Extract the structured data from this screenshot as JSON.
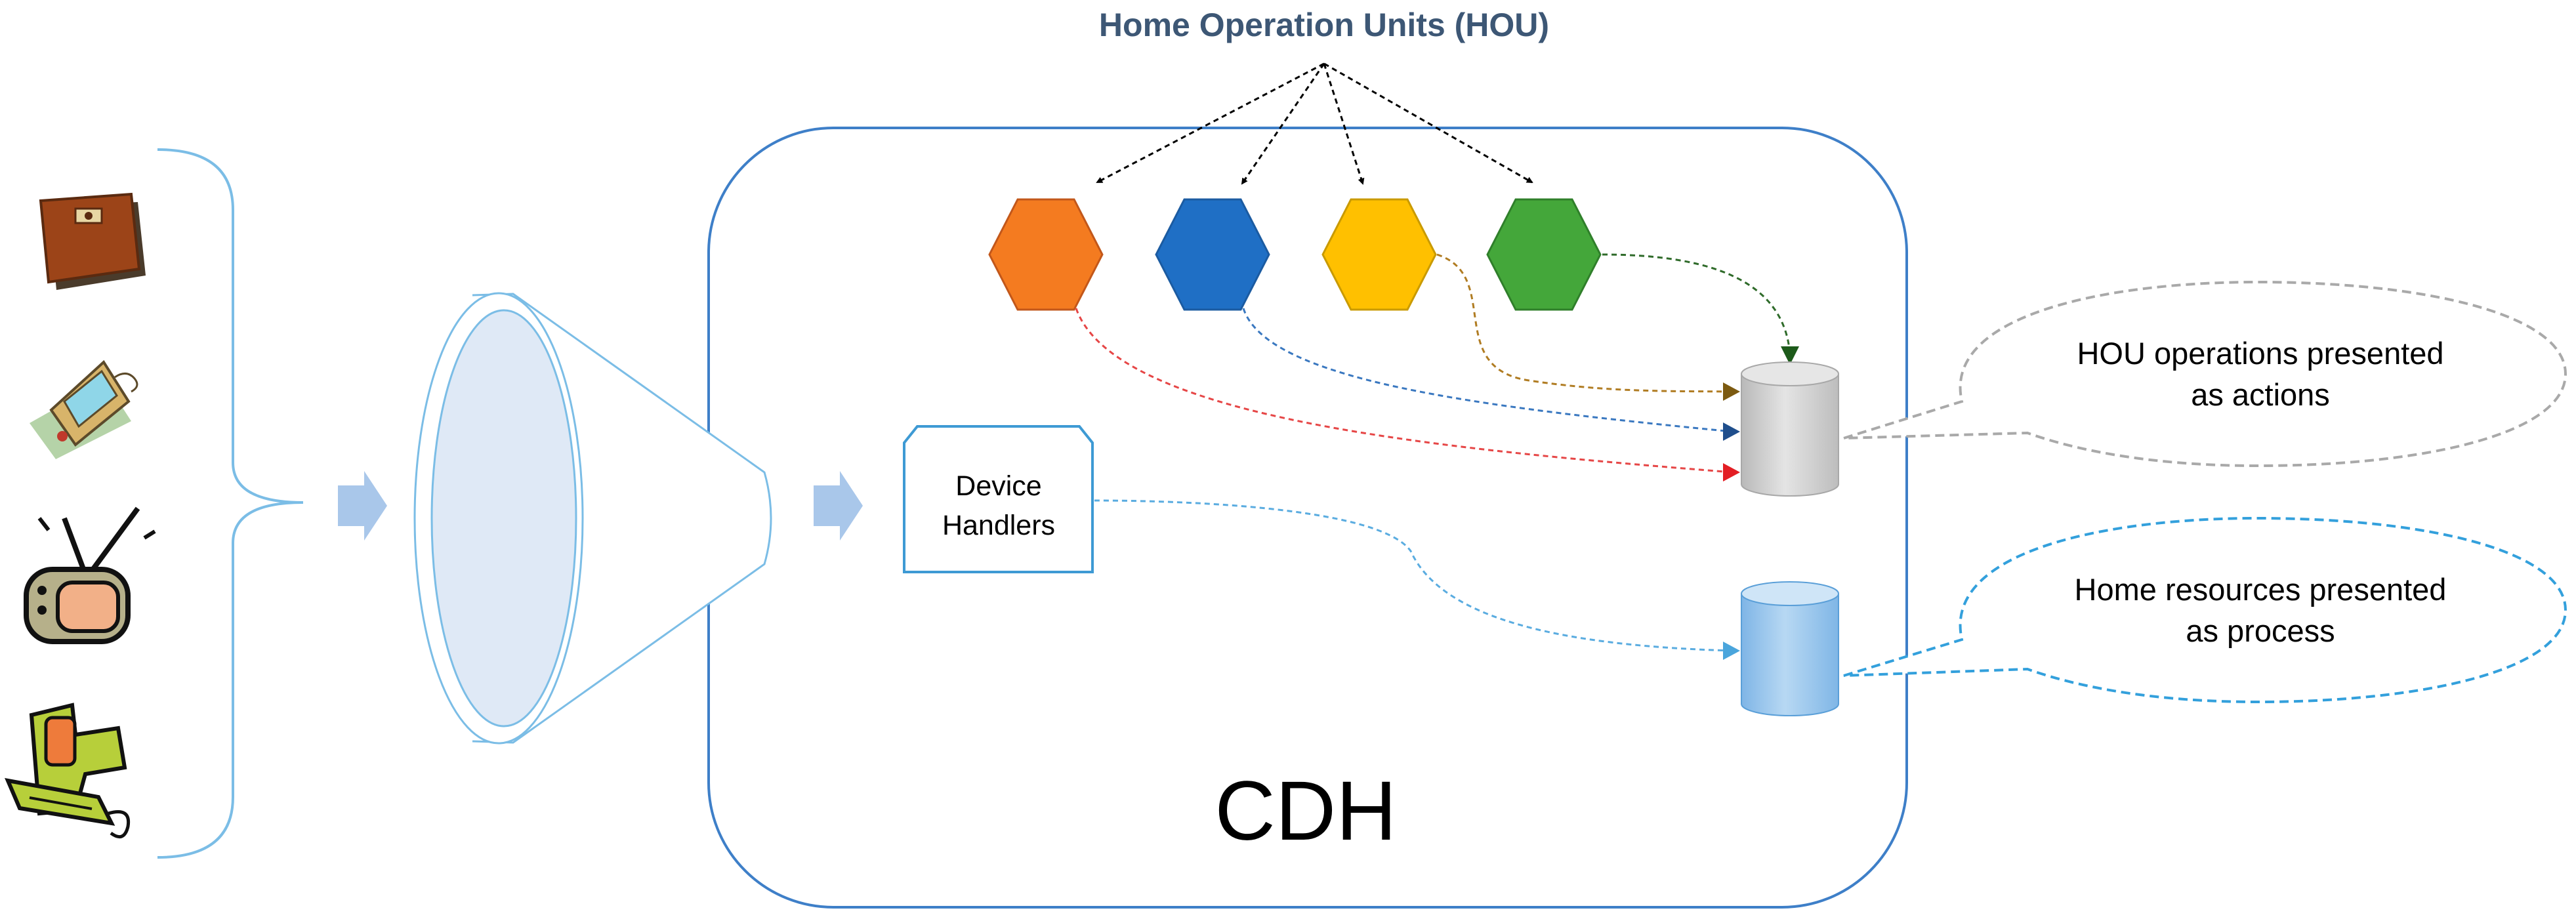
{
  "title": "Home Operation Units (HOU)",
  "container_label": "CDH",
  "handler": {
    "line1": "Device",
    "line2": "Handlers"
  },
  "callout_actions": {
    "line1": "HOU operations presented",
    "line2": "as actions"
  },
  "callout_process": {
    "line1": "Home resources presented",
    "line2": "as process"
  },
  "devices": [
    "weighing-scale-icon",
    "pda-icon",
    "television-icon",
    "desktop-computer-icon"
  ],
  "hou_colors": [
    "#f47b20",
    "#1f6fc5",
    "#ffc000",
    "#44a73a"
  ],
  "colors": {
    "title": "#3d5775",
    "container": "#3e7fc8",
    "funnel": "#7bbde6",
    "funnel_fill": "#dfe9f6",
    "arrow": "#a9c7ea",
    "actions_db": "#c8c8c8",
    "process_db": "#8cbde8"
  }
}
